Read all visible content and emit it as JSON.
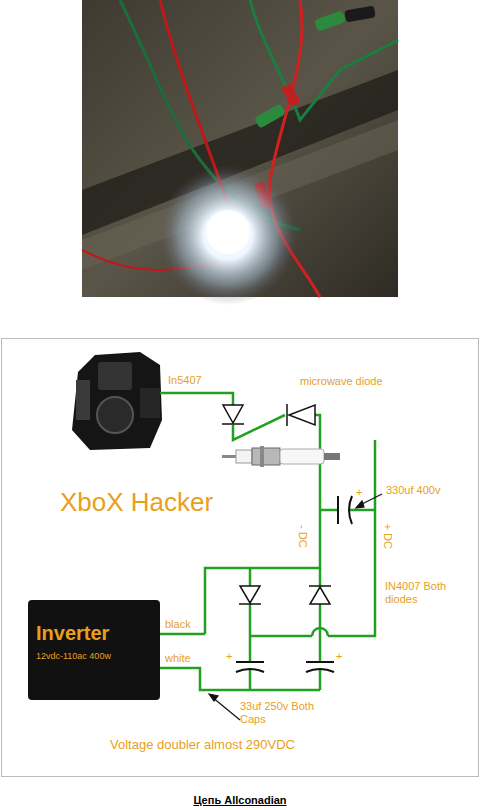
{
  "diagram": {
    "caption": "Цепь Allconadian",
    "nodes": [
      {
        "text": [
          "Inverter",
          "12vdc-110ac 400w"
        ]
      }
    ],
    "labels": [
      "In5407",
      "microwave diode",
      "XboX Hacker",
      "330uf 400v",
      "- DC",
      "+ DC",
      "IN4007 Both diodes",
      "black",
      "white",
      "33uf 250v Both Caps",
      "Voltage doubler almost 290VDC",
      "+",
      "+",
      "+"
    ]
  }
}
